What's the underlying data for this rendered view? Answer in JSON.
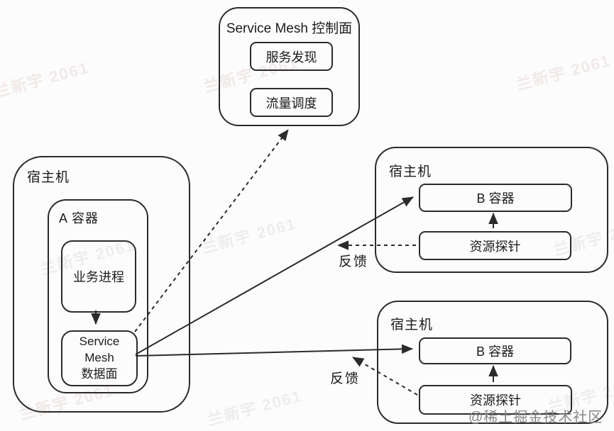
{
  "diagram": {
    "control_plane": {
      "title": "Service Mesh 控制面",
      "items": [
        {
          "label": "服务发现"
        },
        {
          "label": "流量调度"
        }
      ]
    },
    "host_left": {
      "label": "宿主机",
      "container_a": {
        "label": "A 容器",
        "process": {
          "label": "业务进程"
        },
        "dataplane": {
          "label": "Service\nMesh\n数据面"
        }
      }
    },
    "host_top_right": {
      "label": "宿主机",
      "container_b": {
        "label": "B 容器"
      },
      "probe": {
        "label": "资源探针"
      }
    },
    "host_bottom_right": {
      "label": "宿主机",
      "container_b": {
        "label": "B 容器"
      },
      "probe": {
        "label": "资源探针"
      }
    },
    "edges": {
      "feedback_top": "反馈",
      "feedback_bottom": "反馈"
    },
    "watermark_text": "兰新宇 2061",
    "credit": "@稀土掘金技术社区",
    "colors": {
      "line": "#2b2b2b",
      "background": "#fcfcfc"
    }
  }
}
